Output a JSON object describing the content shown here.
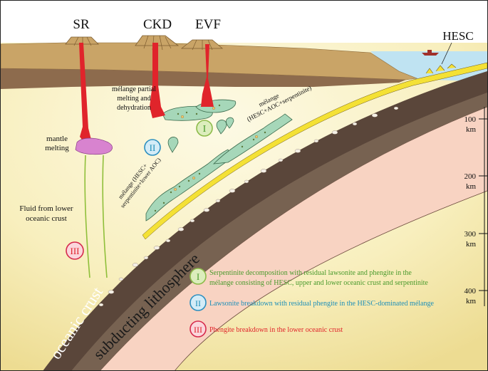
{
  "volcano_labels": {
    "sr": "SR",
    "ckd": "CKD",
    "evf": "EVF",
    "hesc": "HESC"
  },
  "labels": {
    "melange_partial_line1": "mélange partial",
    "melange_partial_line2": "melting and",
    "melange_partial_line3": "dehydration",
    "mantle_melting_line1": "mantle",
    "mantle_melting_line2": "melting",
    "fluid_line1": "Fluid from lower",
    "fluid_line2": "oceanic crust",
    "melange_upper_line1": "mélange",
    "melange_upper_line2": "(HESC+AOC+serpentinite)",
    "melange_lower_line1": "mélange (HESC+",
    "melange_lower_line2": "serpentinite+lower AOC)",
    "oceanic_crust": "oceanic crust",
    "subducting_lithosphere": "subducting  lithosphere"
  },
  "depth_scale": [
    {
      "value": "100",
      "unit": "km"
    },
    {
      "value": "200",
      "unit": "km"
    },
    {
      "value": "300",
      "unit": "km"
    },
    {
      "value": "400",
      "unit": "km"
    }
  ],
  "markers": {
    "marker_I_inset": "I",
    "marker_II_inset": "II",
    "marker_III_inset": "III"
  },
  "legend": [
    {
      "numeral": "I",
      "text_line1": "Serpentinite decomposition with residual lawsonite and phengite in the",
      "text_line2": "mélange consisting of HESC, upper and lower oceanic crust and serpentinite",
      "color": "#4a9a2c",
      "circle_fill": "#dcedbc",
      "circle_stroke": "#8dbb4a"
    },
    {
      "numeral": "II",
      "text_line1": "Lawsonite breakdown with residual phengite in the HESC-dominated mélange",
      "text_line2": "",
      "color": "#1e8fb8",
      "circle_fill": "#d4ecf7",
      "circle_stroke": "#2b8fc0"
    },
    {
      "numeral": "III",
      "text_line1": "Phengite breakdown in the lower oceanic crust",
      "text_line2": "",
      "color": "#e0242b",
      "circle_fill": "#fbd6dc",
      "circle_stroke": "#d62a4c"
    }
  ],
  "colors": {
    "mantle_light": "#fdf8dc",
    "mantle_dark": "#efe09a",
    "crust_tan": "#c9a467",
    "crust_brown": "#8d6b4d",
    "sea": "#bfe3f2",
    "lithosphere": "#f8d3c2",
    "oceanic_crust": "#5a463a",
    "slab_top_yellow": "#f4e135",
    "magma_red": "#e0242b",
    "mantle_melt_pink": "#d883cf",
    "melange_green": "#a6d7b9"
  }
}
